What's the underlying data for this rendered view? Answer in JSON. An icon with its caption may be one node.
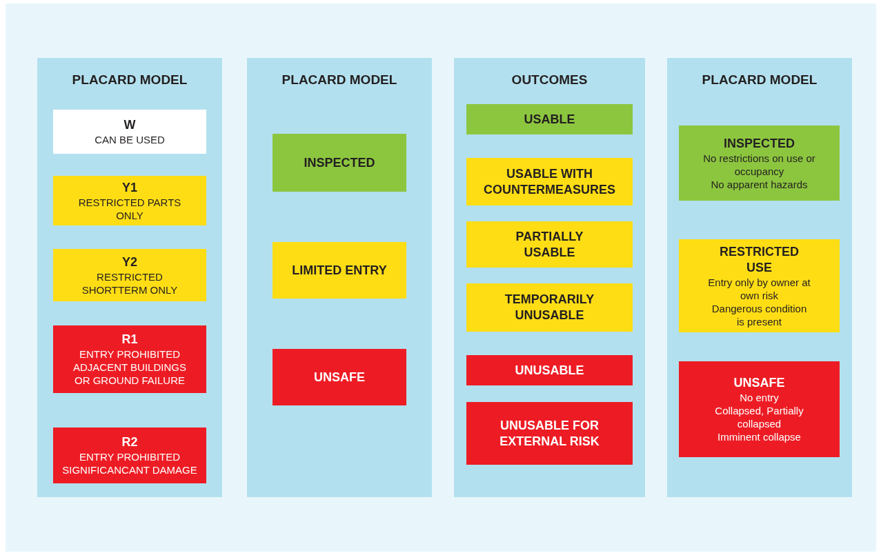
{
  "diagram": {
    "nodes": [
      {
        "text": [
          "PLACARD MODEL"
        ]
      },
      {
        "text": [
          "W",
          "CAN BE USED"
        ],
        "in": 0
      },
      {
        "text": [
          "Y1",
          "RESTRICTED PARTS ONLY"
        ],
        "in": 0
      },
      {
        "text": [
          "Y2",
          "RESTRICTED SHORTTERM ONLY"
        ],
        "in": 0
      },
      {
        "text": [
          "R1",
          "ENTRY PROHIBITED ADJACENT BUILDINGS OR GROUND FAILURE"
        ],
        "in": 0
      },
      {
        "text": [
          "R2",
          "ENTRY PROHIBITED SIGNIFICANCANT DAMAGE"
        ],
        "in": 0
      },
      {
        "text": [
          "PLACARD MODEL"
        ]
      },
      {
        "text": [
          "INSPECTED"
        ],
        "in": 6
      },
      {
        "text": [
          "LIMITED ENTRY"
        ],
        "in": 6
      },
      {
        "text": [
          "UNSAFE"
        ],
        "in": 6
      },
      {
        "text": [
          "OUTCOMES"
        ]
      },
      {
        "text": [
          "USABLE"
        ],
        "in": 10
      },
      {
        "text": [
          "USABLE WITH COUNTERMEASURES"
        ],
        "in": 10
      },
      {
        "text": [
          "PARTIALLY USABLE"
        ],
        "in": 10
      },
      {
        "text": [
          "TEMPORARILY UNUSABLE"
        ],
        "in": 10
      },
      {
        "text": [
          "UNUSABLE"
        ],
        "in": 10
      },
      {
        "text": [
          "UNUSABLE FOR EXTERNAL RISK"
        ],
        "in": 10
      },
      {
        "text": [
          "PLACARD MODEL"
        ]
      },
      {
        "text": [
          "INSPECTED",
          "No restrictions on use or occupancy",
          "No apparent hazards"
        ],
        "in": 17
      },
      {
        "text": [
          "RESTRICTED USE",
          "Entry only by owner at own risk",
          "Dangerous condition is present"
        ],
        "in": 17
      },
      {
        "text": [
          "UNSAFE",
          "No entry",
          "Collapsed, Partially collapsed",
          "Imminent collapse"
        ],
        "in": 17
      }
    ]
  }
}
